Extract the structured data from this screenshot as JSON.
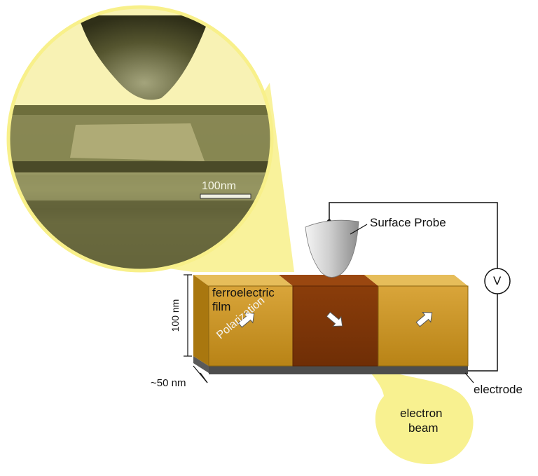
{
  "labels": {
    "scale_bar": "100nm",
    "surface_probe": "Surface Probe",
    "ferroelectric_film_line1": "ferroelectric",
    "ferroelectric_film_line2": "film",
    "polarization": "Polarization",
    "thickness": "100 nm",
    "width": "~50 nm",
    "electrode": "electrode",
    "electron_beam_line1": "electron",
    "electron_beam_line2": "beam",
    "voltmeter": "V"
  },
  "colors": {
    "highlight_yellow": "#f8f08a",
    "domain_gold": "#c8901c",
    "domain_switched": "#7e3508",
    "electrode_gray": "#4d4d4d",
    "micrograph_tint": "#8e8e58"
  },
  "icons": {
    "polarization_arrow": "arrow-up-right",
    "switched_arrow": "arrow-down-right"
  }
}
